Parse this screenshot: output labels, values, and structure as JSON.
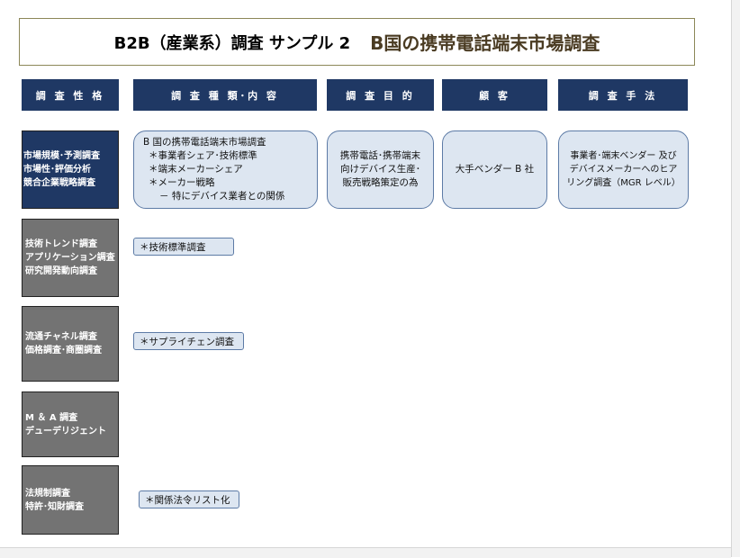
{
  "title": {
    "main": "B2B（産業系）調査 サンプル 2",
    "sub": "B国の携帯電話端末市場調査"
  },
  "headers": [
    "調 査 性 格",
    "調 査 種 類･内 容",
    "調 査 目 的",
    "顧 客",
    "調 査 手 法"
  ],
  "categories": [
    [
      "市場規模･予測調査",
      "市場性･評価分析",
      "競合企業戦略調査"
    ],
    [
      "技術トレンド調査",
      "アプリケーション調査",
      "研究開発動向調査"
    ],
    [
      "流通チャネル調査",
      "価格調査･商圏調査"
    ],
    [
      "M ＆ A 調査",
      "デューデリジェント"
    ],
    [
      "法規制調査",
      "特許･知財調査"
    ]
  ],
  "main_row": {
    "content": [
      "B 国の携帯電話端末市場調査",
      "＊事業者シェア･技術標準",
      "＊端末メーカーシェア",
      "＊メーカー戦略",
      "－ 特にデバイス業者との関係"
    ],
    "purpose": [
      "携帯電話･携帯端末",
      "向けデバイス生産･",
      "販売戦略策定の為"
    ],
    "customer": [
      "大手ベンダー B 社"
    ],
    "method": [
      "事業者･端末ベンダー 及び",
      "デバイスメーカーへのヒア",
      "リング調査（MGR レベル）"
    ]
  },
  "tags": [
    "＊技術標準調査",
    "＊サプライチェン調査",
    "＊関係法令リスト化"
  ]
}
